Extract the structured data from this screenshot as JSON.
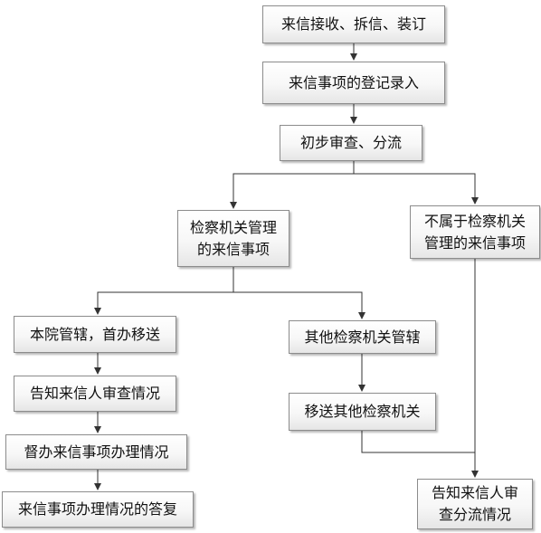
{
  "flowchart": {
    "nodes": {
      "receive": "来信接收、拆信、装订",
      "register": "来信事项的登记录入",
      "review": "初步审查、分流",
      "prosecution_matters": "检察机关管理\n的来信事项",
      "non_prosecution_matters": "不属于检察机关\n管理的来信事项",
      "this_court": "本院管辖，首办移送",
      "other_prosecution": "其他检察机关管辖",
      "notify_review": "告知来信人审查情况",
      "transfer_other": "移送其他检察机关",
      "supervise": "督办来信事项办理情况",
      "reply": "来信事项办理情况的答复",
      "notify_diversion": "告知来信人审\n查分流情况"
    },
    "colors": {
      "border": "#8c8c8c",
      "line": "#333333",
      "text": "#111111"
    }
  }
}
